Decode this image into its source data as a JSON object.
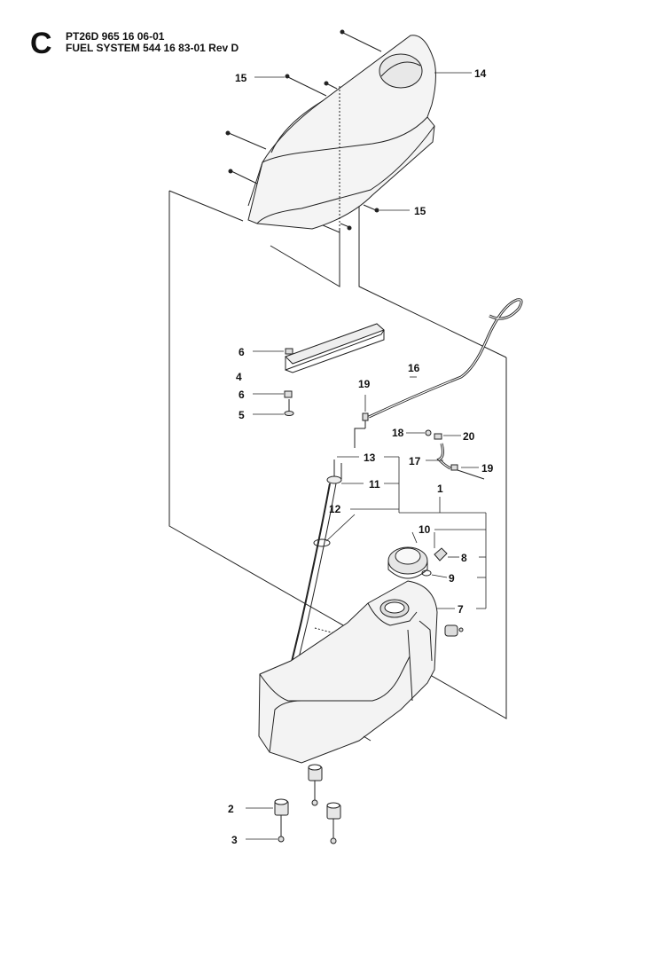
{
  "header": {
    "section_letter": "C",
    "line1": "PT26D 965 16 06-01",
    "line2": "FUEL SYSTEM 544 16 83-01 Rev D"
  },
  "callouts": [
    {
      "id": "c15a",
      "text": "15"
    },
    {
      "id": "c14",
      "text": "14"
    },
    {
      "id": "c15b",
      "text": "15"
    },
    {
      "id": "c6a",
      "text": "6"
    },
    {
      "id": "c4",
      "text": "4"
    },
    {
      "id": "c6b",
      "text": "6"
    },
    {
      "id": "c5",
      "text": "5"
    },
    {
      "id": "c16",
      "text": "16"
    },
    {
      "id": "c19a",
      "text": "19"
    },
    {
      "id": "c18",
      "text": "18"
    },
    {
      "id": "c20",
      "text": "20"
    },
    {
      "id": "c13",
      "text": "13"
    },
    {
      "id": "c17",
      "text": "17"
    },
    {
      "id": "c19b",
      "text": "19"
    },
    {
      "id": "c11",
      "text": "11"
    },
    {
      "id": "c1",
      "text": "1"
    },
    {
      "id": "c12",
      "text": "12"
    },
    {
      "id": "c10",
      "text": "10"
    },
    {
      "id": "c8",
      "text": "8"
    },
    {
      "id": "c9",
      "text": "9"
    },
    {
      "id": "c7",
      "text": "7"
    },
    {
      "id": "c2",
      "text": "2"
    },
    {
      "id": "c3",
      "text": "3"
    }
  ]
}
